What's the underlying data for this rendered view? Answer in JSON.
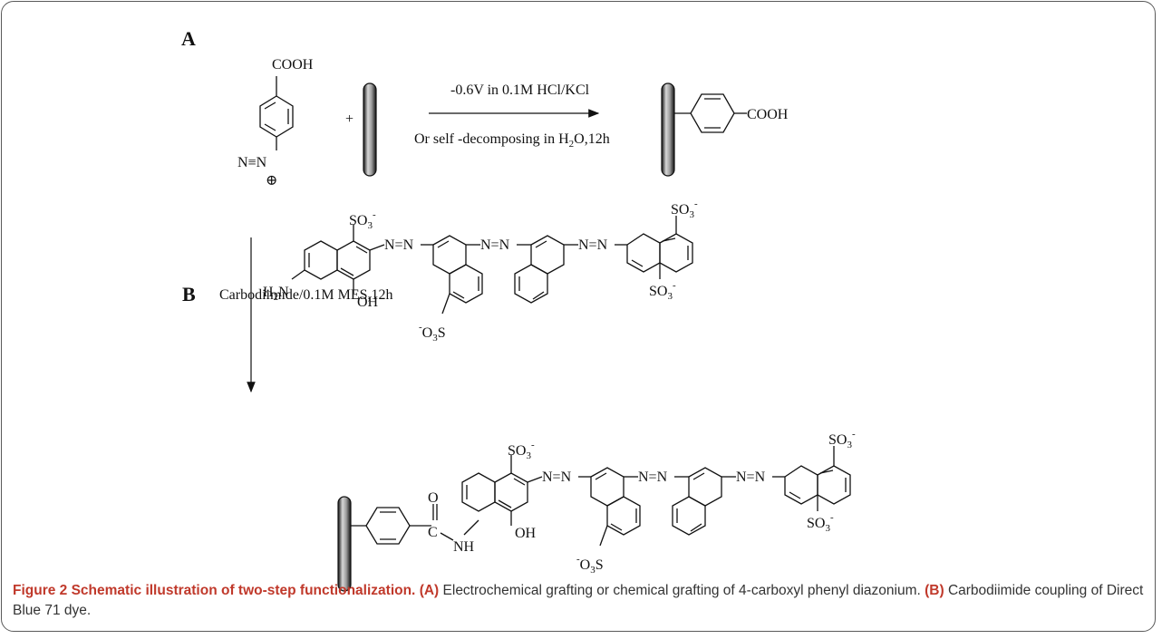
{
  "panel_a": {
    "label": "A",
    "cooh_top": "COOH",
    "diazonium": "N≡N",
    "plus_charge": "⊕",
    "plus": "+",
    "cond_top": "-0.6V in 0.1M HCl/KCl",
    "cond_bottom_pre": "Or self -decomposing in H",
    "cond_bottom_sub": "2",
    "cond_bottom_post": "O,12h",
    "product_cooh": "COOH"
  },
  "panel_b": {
    "label": "B",
    "condition": "Carbodiimide/0.1M MES,12h",
    "so3_pre": "SO",
    "so3_sub": "3",
    "so3_sup": "-",
    "o3s_pre": "-",
    "o3s_mid": "O",
    "o3s_sub": "3",
    "o3s_post": "S",
    "azo": "N=N",
    "oh": "OH",
    "h2n_pre": "H",
    "h2n_sub": "2",
    "h2n_post": "N",
    "carbonyl_o": "O",
    "carbonyl_c": "C",
    "amide": "NH"
  },
  "caption": {
    "bold_title": "Figure 2 Schematic illustration of two-step functionalization.",
    "bold_a": "(A)",
    "text_a": "Electrochemical grafting or chemical grafting of 4-carboxyl phenyl diazonium.",
    "bold_b": "(B)",
    "text_b": "Carbodiimide coupling of Direct Blue 71 dye."
  }
}
